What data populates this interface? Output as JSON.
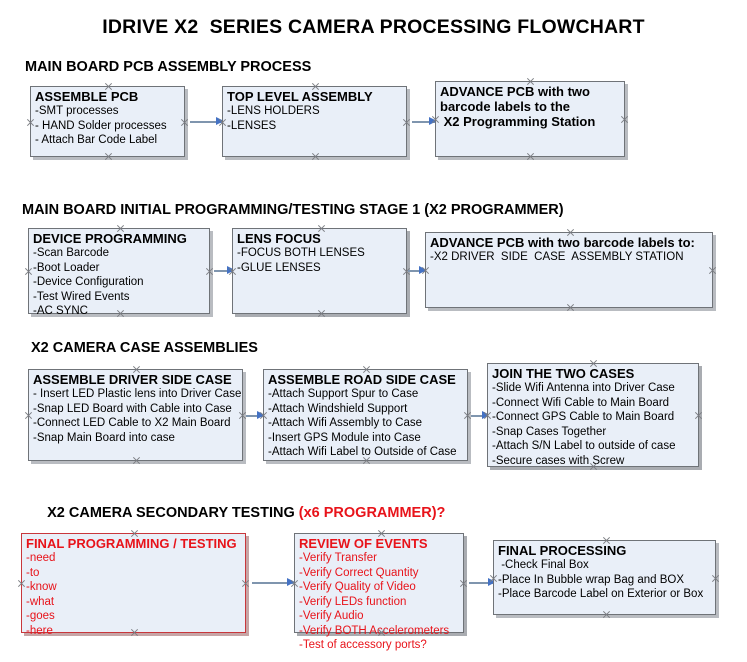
{
  "title": "IDRIVE X2  SERIES CAMERA PROCESSING FLOWCHART",
  "colors": {
    "box_fill": "#e9eff8",
    "box_border": "#6f7378",
    "red_accent": "#e8131a",
    "arrow": "#4472c4"
  },
  "sections": [
    {
      "heading": "MAIN BOARD PCB ASSEMBLY PROCESS",
      "heading_accent": "",
      "nodes": [
        {
          "head": "ASSEMBLE PCB",
          "items": [
            "-SMT processes",
            "- HAND Solder processes",
            "- Attach Bar Code Label"
          ]
        },
        {
          "head": "TOP LEVEL ASSEMBLY",
          "items": [
            "-LENS HOLDERS",
            "-LENSES"
          ]
        },
        {
          "head": "ADVANCE PCB with two",
          "items": [
            "barcode labels to the",
            " X2 Programming Station"
          ]
        }
      ]
    },
    {
      "heading": "MAIN BOARD INITIAL PROGRAMMING/TESTING STAGE 1 (X2 PROGRAMMER)",
      "heading_accent": "",
      "nodes": [
        {
          "head": "DEVICE PROGRAMMING",
          "items": [
            "-Scan Barcode",
            "-Boot Loader",
            "-Device Configuration",
            "-Test Wired Events",
            "-AC SYNC"
          ]
        },
        {
          "head": "LENS FOCUS",
          "items": [
            "-FOCUS BOTH LENSES",
            "-GLUE LENSES"
          ]
        },
        {
          "head": "ADVANCE PCB with two barcode labels to:",
          "items": [
            "-X2 DRIVER  SIDE  CASE  ASSEMBLY STATION"
          ]
        }
      ]
    },
    {
      "heading": "X2 CAMERA CASE ASSEMBLIES",
      "heading_accent": "",
      "nodes": [
        {
          "head": "ASSEMBLE DRIVER SIDE CASE",
          "items": [
            "- Insert LED Plastic lens into Driver Case",
            "-Snap LED Board with Cable into Case",
            "-Connect LED Cable to X2 Main Board",
            "-Snap Main Board into case"
          ]
        },
        {
          "head": "ASSEMBLE ROAD SIDE CASE",
          "items": [
            "-Attach Support Spur to Case",
            "-Attach Windshield Support",
            "-Attach Wifi Assembly to Case",
            "-Insert GPS Module into Case",
            "-Attach Wifi Label to Outside of Case"
          ]
        },
        {
          "head": "JOIN THE TWO CASES",
          "items": [
            "-Slide Wifi Antenna into Driver Case",
            "-Connect Wifi Cable to Main Board",
            "-Connect GPS Cable to Main Board",
            "-Snap Cases Together",
            "-Attach S/N Label to outside of case",
            "-Secure cases with Screw"
          ]
        }
      ]
    },
    {
      "heading": "X2 CAMERA SECONDARY TESTING ",
      "heading_accent": "(x6 PROGRAMMER)?",
      "nodes": [
        {
          "head": "FINAL PROGRAMMING / TESTING",
          "items": [
            "-need",
            "-to",
            "-know",
            "-what",
            "-goes",
            "-here"
          ]
        },
        {
          "head": "REVIEW OF EVENTS",
          "items": [
            "-Verify Transfer",
            "-Verify Correct Quantity",
            "-Verify Quality of Video",
            "-Verify LEDs function",
            "-Verify Audio",
            "-Verify BOTH Accelerometers",
            "-Test of accessory ports?"
          ]
        },
        {
          "head": "FINAL PROCESSING",
          "items": [
            " -Check Final Box",
            "-Place In Bubble wrap Bag and BOX",
            "-Place Barcode Label on Exterior or Box"
          ]
        }
      ]
    }
  ]
}
